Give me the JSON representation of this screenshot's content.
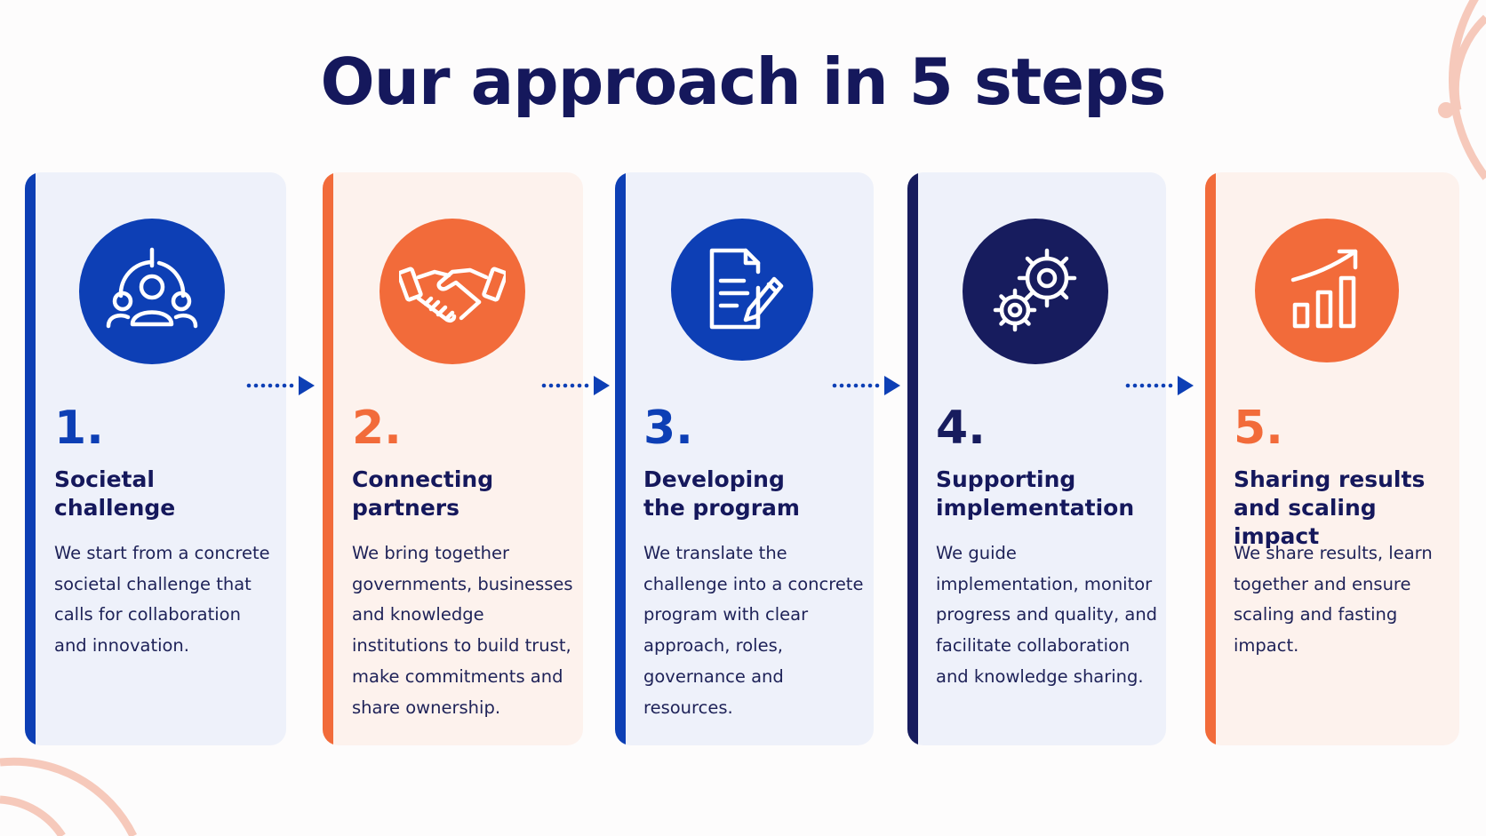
{
  "title": "Our approach in 5 steps",
  "colors": {
    "navy": "#15185c",
    "blue": "#0d3fb5",
    "orange": "#f26b3a",
    "dark_navy": "#171c5e",
    "card_blue_bg": "#eef1fa",
    "card_orange_bg": "#fdf2ed",
    "deco_arc": "#f6c9bb"
  },
  "steps": [
    {
      "number": "1.",
      "heading": "Societal challenge",
      "body": "We start from a concrete societal challenge that calls for collaboration and innovation.",
      "icon": "people-target-icon",
      "accent": "blue"
    },
    {
      "number": "2.",
      "heading": "Connecting partners",
      "body": "We bring together governments, businesses and knowledge institutions to build trust, make commitments and share ownership.",
      "icon": "handshake-icon",
      "accent": "orange"
    },
    {
      "number": "3.",
      "heading": "Developing\nthe program",
      "body": "We translate the challenge into a concrete program with clear approach, roles, governance and resources.",
      "icon": "document-pen-icon",
      "accent": "blue"
    },
    {
      "number": "4.",
      "heading": "Supporting\nimplementation",
      "body": "We guide implementation, monitor progress and quality, and facilitate collaboration and knowledge sharing.",
      "icon": "gears-icon",
      "accent": "dark_navy"
    },
    {
      "number": "5.",
      "heading": "Sharing results\nand scaling impact",
      "body": "We share results, learn together and ensure scaling and fasting impact.",
      "icon": "growth-chart-icon",
      "accent": "orange"
    }
  ]
}
